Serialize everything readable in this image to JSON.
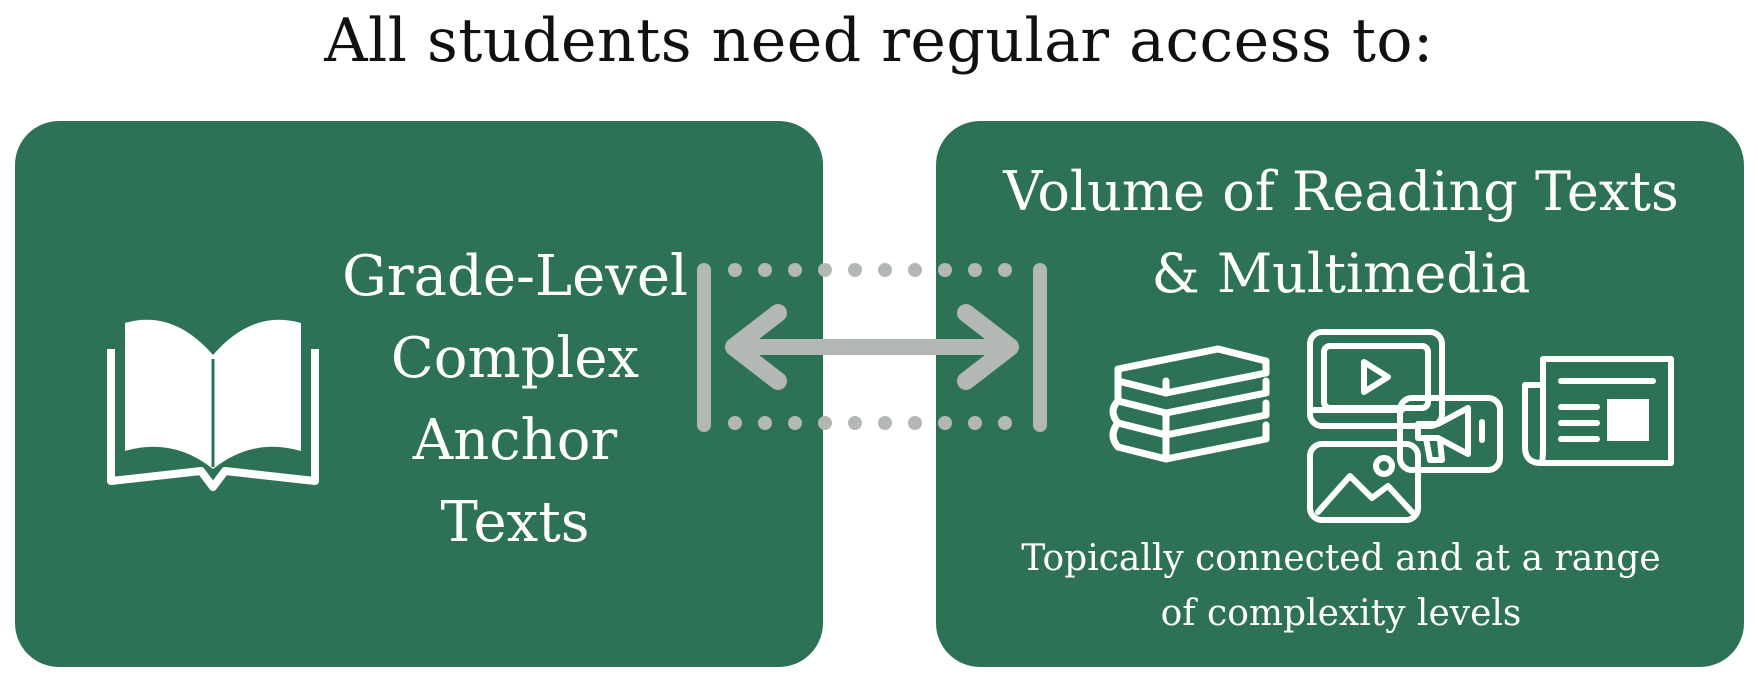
{
  "title": "All students need regular access to:",
  "left_panel": {
    "icon": "open-book-icon",
    "lines": [
      "Grade-Level",
      "Complex",
      "Anchor",
      "Texts"
    ]
  },
  "connector": {
    "icon": "double-arrow-icon"
  },
  "right_panel": {
    "title_lines": [
      "Volume of Reading Texts",
      "& Multimedia"
    ],
    "icons": [
      "books-stack-icon",
      "multimedia-icon",
      "newspaper-icon"
    ],
    "caption_lines": [
      "Topically connected and at a range",
      "of complexity levels"
    ]
  },
  "colors": {
    "panel": "#2d7255",
    "connector": "#b4b8b5",
    "text_on_panel": "#ffffff",
    "title_text": "#111111"
  }
}
